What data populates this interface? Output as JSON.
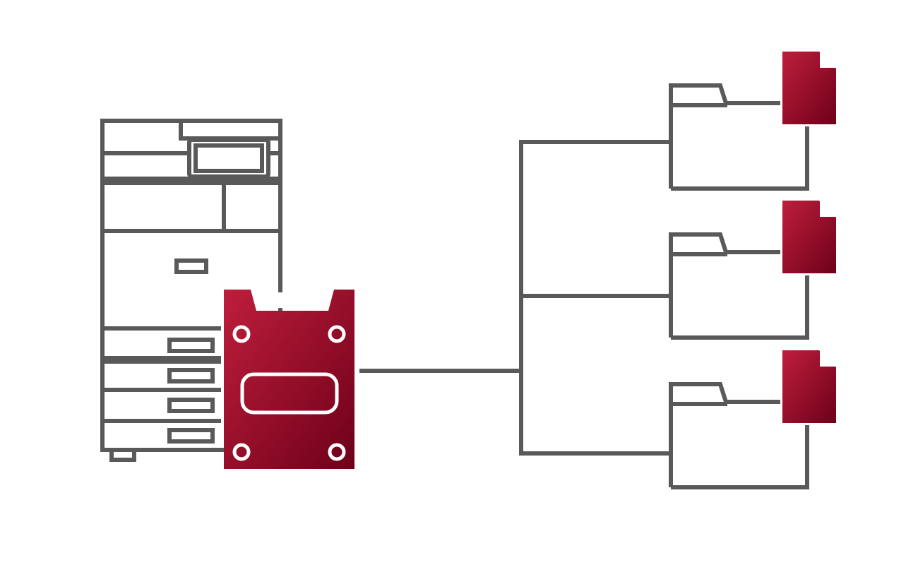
{
  "colors": {
    "line": "#595959",
    "accent_light": "#be1e3c",
    "accent_dark": "#6e0019",
    "background": "#ffffff",
    "chip_detail": "#ffffff"
  },
  "icons": {
    "device": "multifunction-printer-icon",
    "module": "storage-module-icon",
    "folder": "folder-icon",
    "document": "document-icon"
  },
  "destinations": [
    {
      "name": "folder-1"
    },
    {
      "name": "folder-2"
    },
    {
      "name": "folder-3"
    }
  ]
}
